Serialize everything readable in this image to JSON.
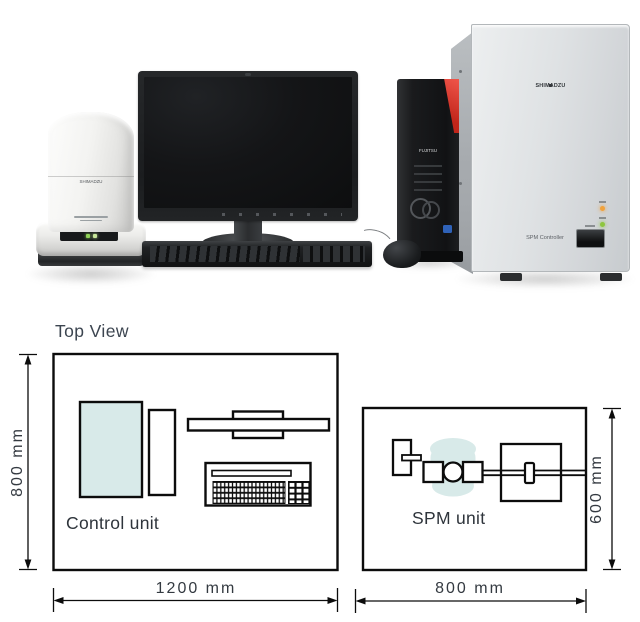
{
  "photo": {
    "spm_unit": {
      "brand": "SHIMADZU"
    },
    "pc": {
      "brand": "FUJITSU"
    },
    "controller": {
      "brand": "SHIMADZU",
      "label": "SPM Controller"
    }
  },
  "top_view": {
    "title": "Top View",
    "control_unit": {
      "label": "Control unit",
      "width": "1200 mm",
      "height": "800 mm"
    },
    "spm_unit": {
      "label": "SPM unit",
      "width": "800 mm",
      "height": "600 mm"
    }
  },
  "colors": {
    "diagram_fill": "#d8eae9",
    "diagram_line": "#0c0c0c",
    "label_text": "#39414b",
    "led_orange": "#f0a23c",
    "led_green": "#8ec63f",
    "pc_accent_red": "#d5382c"
  }
}
